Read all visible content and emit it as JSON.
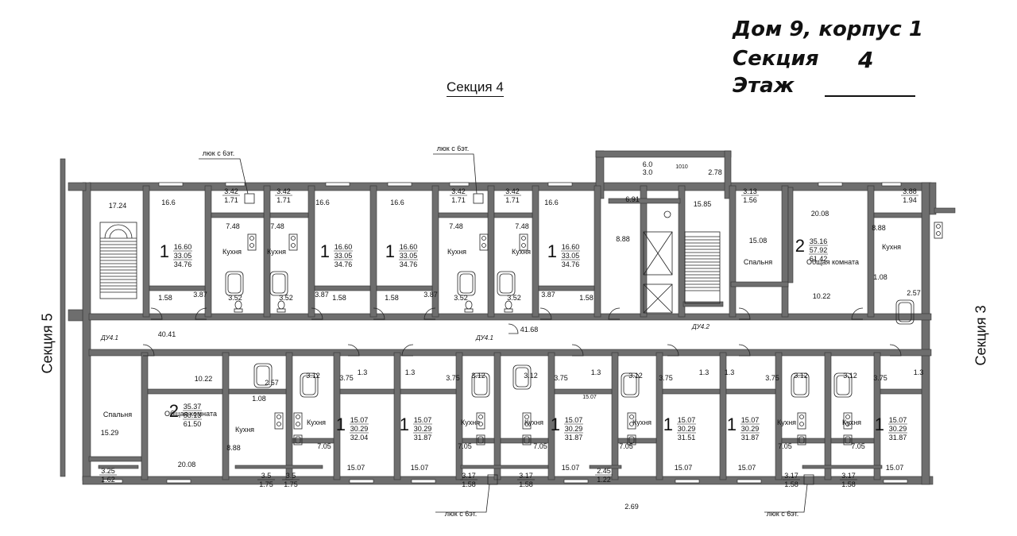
{
  "header": {
    "house": "Дом 9, корпус 1",
    "section_label": "Секция",
    "section_value": "4",
    "floor_label": "Этаж"
  },
  "plan_title": "Секция 4",
  "side_labels": {
    "left": "Секция 5",
    "right": "Секция 3"
  },
  "notes": {
    "hatch": "люк с 6эт.",
    "smoke_1": "ДУ4.1",
    "smoke_2": "ДУ4.2",
    "elev": "1010"
  },
  "upper_apartments": [
    {
      "id": "u1",
      "rooms": "1",
      "living": "16.60",
      "total": "33.05",
      "total_b": "34.76",
      "room": "16.6",
      "kitchen": "7.48",
      "hall": "3.87",
      "bath": "3.52",
      "store": "1.58",
      "balcony": "3.42",
      "balcony_b": "1.71"
    },
    {
      "id": "u2",
      "rooms": "1",
      "living": "16.60",
      "total": "33.05",
      "total_b": "34.76",
      "room": "16.6",
      "kitchen": "7.48",
      "hall": "3.87",
      "bath": "3.52",
      "store": "1.58",
      "balcony": "3.42",
      "balcony_b": "1.71"
    },
    {
      "id": "u3",
      "rooms": "1",
      "living": "16.60",
      "total": "33.05",
      "total_b": "34.76",
      "room": "16.6",
      "kitchen": "7.48",
      "hall": "3.87",
      "bath": "3.52",
      "store": "1.58",
      "balcony": "3.42",
      "balcony_b": "1.71"
    },
    {
      "id": "u4",
      "rooms": "1",
      "living": "16.60",
      "total": "33.05",
      "total_b": "34.76",
      "room": "16.6",
      "kitchen": "7.48",
      "hall": "3.87",
      "bath": "3.52",
      "store": "1.58",
      "balcony": "3.42",
      "balcony_b": "1.71"
    }
  ],
  "upper_right_apartment": {
    "rooms": "2",
    "living": "35.16",
    "total": "57.92",
    "total_b": "61.42",
    "bedroom": "15.08",
    "bedroom_label": "Спальня",
    "common": "20.08",
    "common_label": "Общая комната",
    "kitchen": "8.88",
    "kitchen_label": "Кухня",
    "hall": "10.22",
    "wc": "1.08",
    "bath": "2.57",
    "balcony_a": "3.13",
    "balcony_a_b": "1.56",
    "balcony_b": "3.88",
    "balcony_b_b": "1.94"
  },
  "lower_left_apartment": {
    "rooms": "2",
    "living": "35.37",
    "total": "58.13",
    "total_b": "61.50",
    "bedroom": "15.29",
    "bedroom_label": "Спальня",
    "common": "20.08",
    "common_label": "Общая комната",
    "kitchen": "8.88",
    "kitchen_label": "Кухня",
    "hall": "10.22",
    "wc": "1.08",
    "bath": "2.57",
    "balcony_a": "3.25",
    "balcony_a_b": "1.62",
    "balcony_b": "3.5",
    "balcony_b_b": "1.75",
    "balcony_c": "3.5",
    "balcony_c_b": "1.75"
  },
  "lower_apartments": [
    {
      "id": "l1",
      "living": "15.07",
      "total": "30.29",
      "total_b": "32.04"
    },
    {
      "id": "l2",
      "living": "15.07",
      "total": "30.29",
      "total_b": "31.87"
    },
    {
      "id": "l3",
      "living": "15.07",
      "total": "30.29",
      "total_b": "31.87"
    },
    {
      "id": "l4",
      "living": "15.07",
      "total": "30.29",
      "total_b": "31.51"
    },
    {
      "id": "l5",
      "living": "15.07",
      "total": "30.29",
      "total_b": "31.87"
    },
    {
      "id": "l6",
      "living": "15.07",
      "total": "30.29",
      "total_b": "31.87"
    }
  ],
  "lower_common": {
    "rooms": "1",
    "room": "15.07",
    "kitchen": "7.05",
    "kitchen_label": "Кухня",
    "hall": "3.75",
    "bath": "3.12",
    "store": "1.3",
    "balcony": "3.17",
    "balcony_b": "1.58",
    "balcony_mid": "2.45",
    "balcony_mid_b": "1.22"
  },
  "common_areas": {
    "stair_left": "17.24",
    "corridor_left": "40.41",
    "corridor_mid": "41.68",
    "lobby": "8.88",
    "lift_hall": "6.91",
    "tech_a": "6.0",
    "tech_b": "3.0",
    "tech_c": "2.78",
    "stair_right": "15.85",
    "bottom_corridor": "2.69",
    "faint": "15.07"
  }
}
